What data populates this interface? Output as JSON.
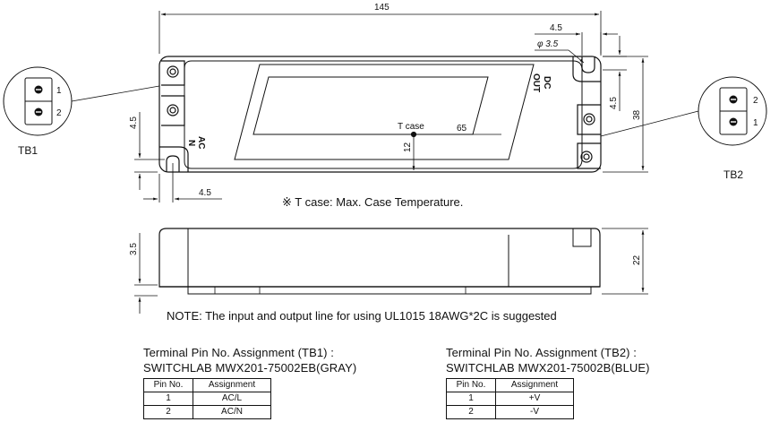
{
  "dimensions": {
    "overall_length": "145",
    "hole_offset_x": "4.5",
    "hole_diameter": "φ 3.5",
    "hole_offset_y_right": "4.5",
    "overall_width": "38",
    "hole_offset_y_left": "4.5",
    "hole_offset_x_left": "4.5",
    "tcase_x": "65",
    "tcase_y": "12",
    "side_height": "22",
    "side_step": "3.5"
  },
  "labels": {
    "tcase": "T case",
    "input_terminal": "AC\nN",
    "output_terminal": "DC\nOUT",
    "tb1": "TB1",
    "tb2": "TB2",
    "tb1_pins": [
      "1",
      "2"
    ],
    "tb2_pins": [
      "2",
      "1"
    ]
  },
  "notes": {
    "tcase_note": "※ T case: Max. Case Temperature.",
    "wiring_note": "NOTE: The input and output line for using UL1015 18AWG*2C is suggested"
  },
  "tables": {
    "tb1": {
      "title_line1": "Terminal Pin No.  Assignment (TB1) :",
      "title_line2": "SWITCHLAB MWX201-75002EB(GRAY)",
      "headers": [
        "Pin No.",
        "Assignment"
      ],
      "rows": [
        [
          "1",
          "AC/L"
        ],
        [
          "2",
          "AC/N"
        ]
      ]
    },
    "tb2": {
      "title_line1": "Terminal Pin No.  Assignment (TB2) :",
      "title_line2": "SWITCHLAB MWX201-75002B(BLUE)",
      "headers": [
        "Pin No.",
        "Assignment"
      ],
      "rows": [
        [
          "1",
          "+V"
        ],
        [
          "2",
          "-V"
        ]
      ]
    }
  }
}
